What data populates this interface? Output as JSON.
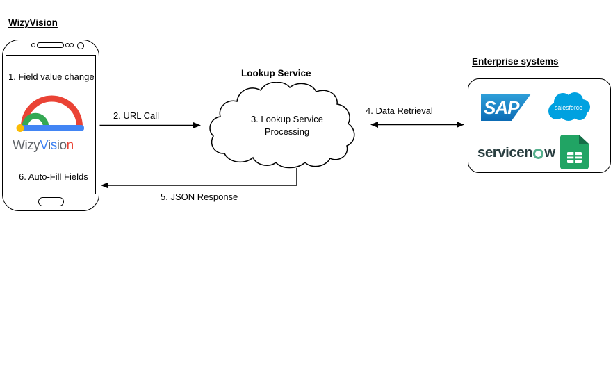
{
  "diagram": {
    "wizyvision_title": "WizyVision",
    "lookup_title": "Lookup Service",
    "enterprise_title": "Enterprise systems",
    "phone": {
      "step1": "1. Field value change",
      "step6": "6. Auto-Fill Fields",
      "logo_text": "WizyVision",
      "logo_letters": [
        {
          "ch": "W",
          "color": "#5F6368"
        },
        {
          "ch": "i",
          "color": "#5F6368"
        },
        {
          "ch": "z",
          "color": "#5F6368"
        },
        {
          "ch": "y",
          "color": "#5F6368"
        },
        {
          "ch": "V",
          "color": "#4285F4"
        },
        {
          "ch": "i",
          "color": "#5F6368"
        },
        {
          "ch": "s",
          "color": "#4285F4"
        },
        {
          "ch": "i",
          "color": "#5F6368"
        },
        {
          "ch": "o",
          "color": "#5F6368"
        },
        {
          "ch": "n",
          "color": "#EA4335"
        }
      ]
    },
    "cloud": {
      "line1": "3. Lookup Service",
      "line2": "Processing"
    },
    "arrows": {
      "step2": "2. URL Call",
      "step4": "4. Data Retrieval",
      "step5": "5. JSON Response"
    },
    "enterprise": {
      "sap_label": "SAP",
      "salesforce_label": "salesforce",
      "servicenow_pre": "servicen",
      "servicenow_post": "w",
      "icons": [
        "sap-logo",
        "salesforce-logo",
        "servicenow-logo",
        "google-sheets-icon"
      ]
    },
    "colors": {
      "logo_red": "#EA4335",
      "logo_green": "#34A853",
      "logo_blue": "#4285F4",
      "logo_yellow": "#FBBC05",
      "sap_blue": "#0D6CB5",
      "salesforce_blue": "#00A1E0",
      "servicenow_text": "#293E40",
      "servicenow_green": "#54AF8C",
      "sheets_green": "#21A464",
      "sheets_fold": "#156E47"
    }
  }
}
